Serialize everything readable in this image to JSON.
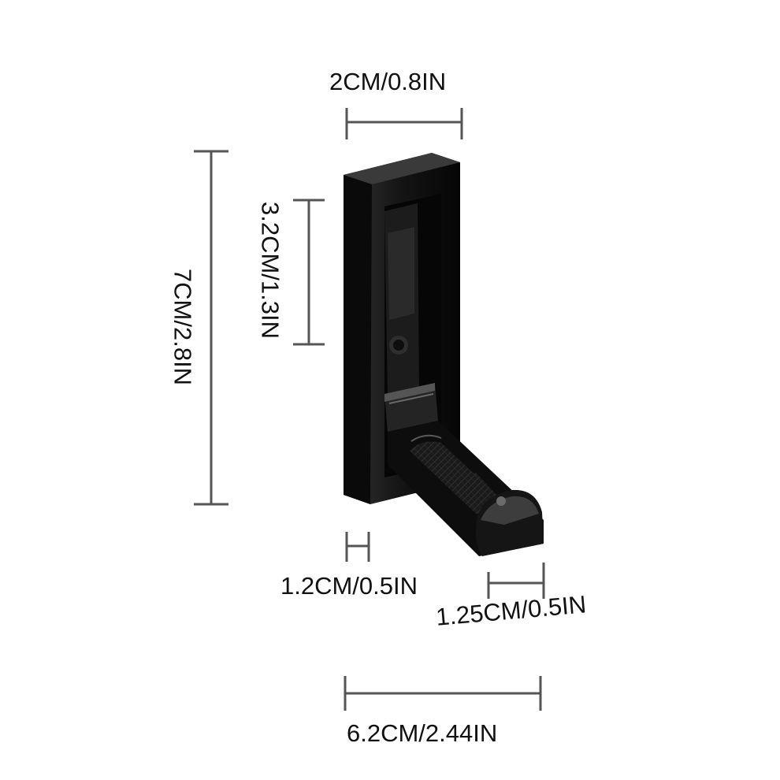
{
  "dimensions": {
    "width_top": "2CM/0.8IN",
    "height_total": "7CM/2.8IN",
    "height_slot": "3.2CM/1.3IN",
    "hook_thickness": "1.2CM/0.5IN",
    "hook_tip": "1.25CM/0.5IN",
    "depth_total": "6.2CM/2.44IN"
  },
  "colors": {
    "dimension_line": "#555555",
    "label_text": "#111111",
    "product": "#121212",
    "product_highlight": "#3a3a3a",
    "background": "#ffffff"
  }
}
